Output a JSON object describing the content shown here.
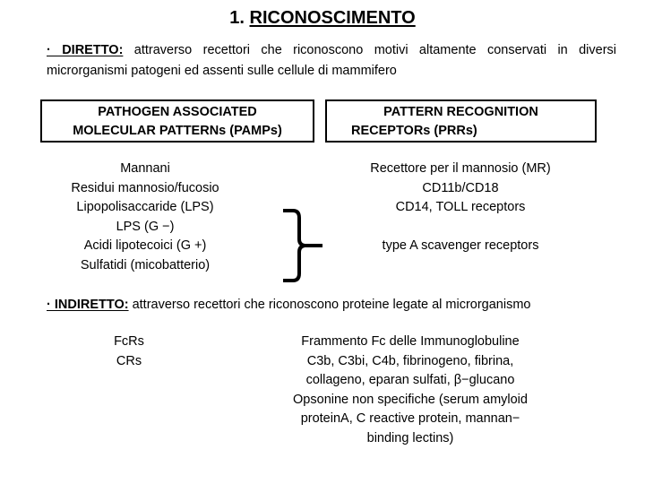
{
  "slide": {
    "title_number": "1.",
    "title_text": "RICONOSCIMENTO",
    "diretto": {
      "lead": "· DIRETTO:",
      "body": " attraverso recettori che riconoscono motivi altamente conservati in diversi microrganismi patogeni ed assenti sulle cellule di mammifero"
    },
    "indiretto": {
      "lead": "· INDIRETTO:",
      "body": " attraverso recettori che riconoscono proteine legate al microrganismo"
    },
    "box_pamps": {
      "line1": "PATHOGEN ASSOCIATED",
      "line2": "MOLECULAR PATTERNs (PAMPs)"
    },
    "box_prrs": {
      "line1": "PATTERN RECOGNITION",
      "line2": "RECEPTORs (PRRs)"
    },
    "pamps_list": [
      "Mannani",
      "Residui mannosio/fucosio",
      "Lipopolisaccaride (LPS)",
      "LPS (G −)",
      "Acidi lipotecoici (G +)",
      "Sulfatidi (micobatterio)"
    ],
    "prrs_list": [
      "Recettore per il mannosio (MR)",
      "CD11b/CD18",
      "CD14, TOLL receptors",
      "type A scavenger receptors"
    ],
    "receptors_list": [
      "FcRs",
      "CRs"
    ],
    "ligands_list": [
      "Frammento Fc delle Immunoglobuline",
      "C3b, C3bi, C4b, fibrinogeno, fibrina,",
      "collageno, eparan sulfati, β−glucano",
      "Opsonine non specifiche (serum amyloid",
      "proteinA, C reactive protein, mannan−",
      "binding lectins)"
    ]
  },
  "colors": {
    "ink": "#000000",
    "background": "#ffffff"
  }
}
